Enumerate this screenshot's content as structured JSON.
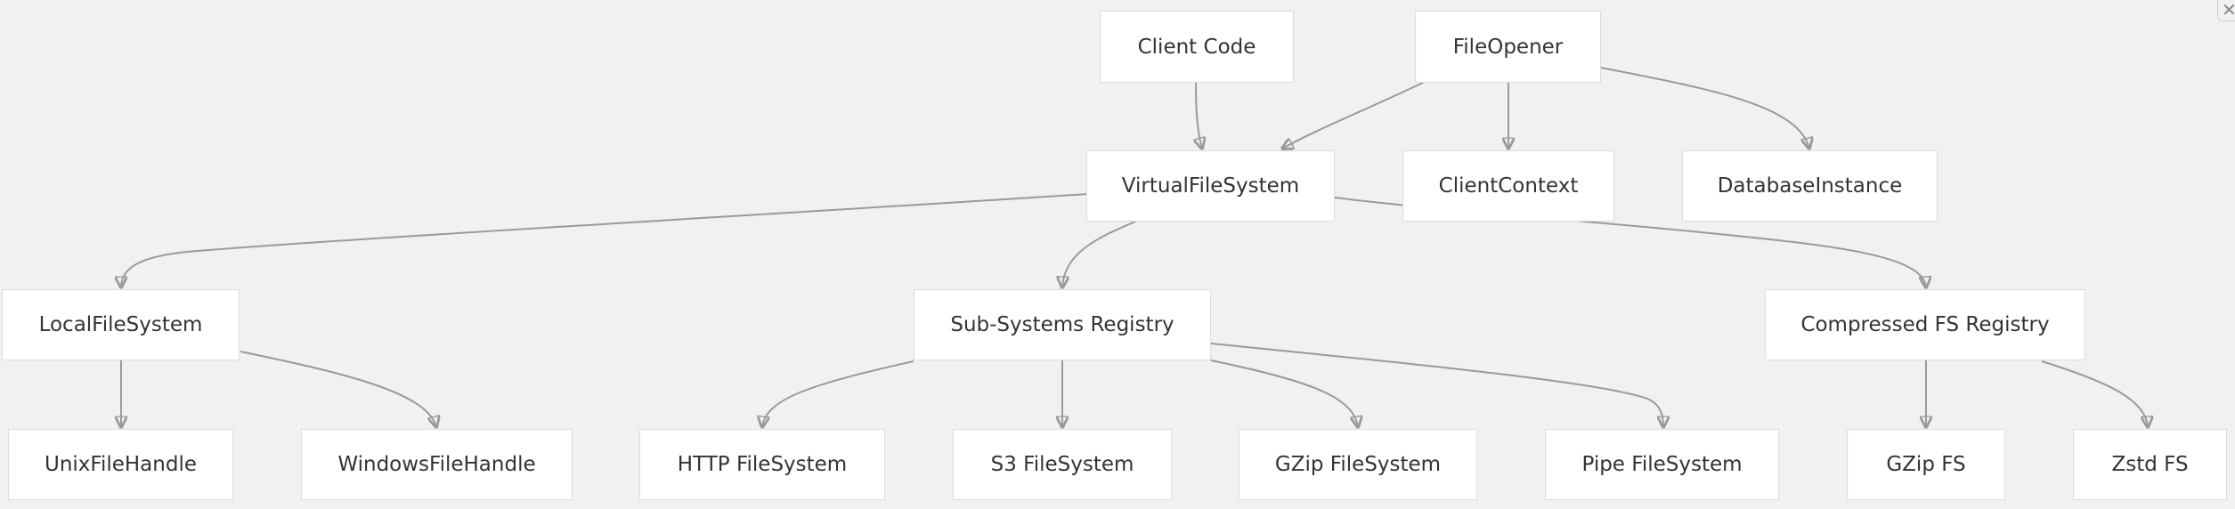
{
  "diagram": {
    "nodes": [
      {
        "id": "client_code",
        "label": "Client Code"
      },
      {
        "id": "file_opener",
        "label": "FileOpener"
      },
      {
        "id": "virtual_fs",
        "label": "VirtualFileSystem"
      },
      {
        "id": "client_context",
        "label": "ClientContext"
      },
      {
        "id": "database_instance",
        "label": "DatabaseInstance"
      },
      {
        "id": "local_fs",
        "label": "LocalFileSystem"
      },
      {
        "id": "subsystems_registry",
        "label": "Sub-Systems Registry"
      },
      {
        "id": "compressed_fs_registry",
        "label": "Compressed FS Registry"
      },
      {
        "id": "unix_file_handle",
        "label": "UnixFileHandle"
      },
      {
        "id": "windows_file_handle",
        "label": "WindowsFileHandle"
      },
      {
        "id": "http_fs",
        "label": "HTTP FileSystem"
      },
      {
        "id": "s3_fs",
        "label": "S3 FileSystem"
      },
      {
        "id": "gzip_filesystem",
        "label": "GZip FileSystem"
      },
      {
        "id": "pipe_fs",
        "label": "Pipe FileSystem"
      },
      {
        "id": "gzip_fs",
        "label": "GZip FS"
      },
      {
        "id": "zstd_fs",
        "label": "Zstd FS"
      }
    ],
    "edges": [
      {
        "from": "client_code",
        "to": "virtual_fs"
      },
      {
        "from": "file_opener",
        "to": "virtual_fs"
      },
      {
        "from": "file_opener",
        "to": "client_context"
      },
      {
        "from": "file_opener",
        "to": "database_instance"
      },
      {
        "from": "virtual_fs",
        "to": "local_fs"
      },
      {
        "from": "virtual_fs",
        "to": "subsystems_registry"
      },
      {
        "from": "virtual_fs",
        "to": "compressed_fs_registry"
      },
      {
        "from": "local_fs",
        "to": "unix_file_handle"
      },
      {
        "from": "local_fs",
        "to": "windows_file_handle"
      },
      {
        "from": "subsystems_registry",
        "to": "http_fs"
      },
      {
        "from": "subsystems_registry",
        "to": "s3_fs"
      },
      {
        "from": "subsystems_registry",
        "to": "gzip_filesystem"
      },
      {
        "from": "subsystems_registry",
        "to": "pipe_fs"
      },
      {
        "from": "compressed_fs_registry",
        "to": "gzip_fs"
      },
      {
        "from": "compressed_fs_registry",
        "to": "zstd_fs"
      }
    ]
  },
  "colors": {
    "background": "#f2f1ef",
    "node_fill": "#ffffff",
    "node_border": "#dcdcdc",
    "edge": "#9a9a9a",
    "text": "#333333"
  },
  "corner_widget_icon": "close-icon"
}
